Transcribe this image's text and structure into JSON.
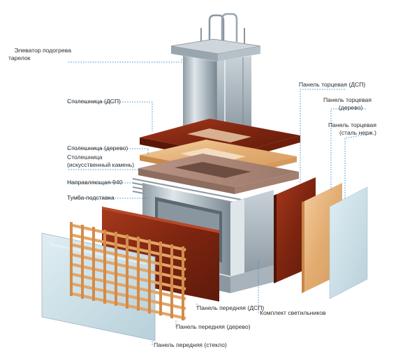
{
  "labels": {
    "elevator_1": "Элеватор подогрева",
    "elevator_2": "тарелок",
    "top_dsp": "Столешница (ДСП)",
    "top_wood": "Столешница (дерево)",
    "top_stone_1": "Столешница",
    "top_stone_2": "(искусственный камень)",
    "rail": "Направляющая-940",
    "base": "Тумба-подставка",
    "end_dsp": "Панель торцевая (ДСП)",
    "end_wood_1": "Панель торцевая",
    "end_wood_2": "(дерево)",
    "end_steel_1": "Панель торцевая",
    "end_steel_2": "(сталь нерж.)",
    "front_dsp": "Панель передняя (ДСП)",
    "lights": "Комплект светильников",
    "front_wood": "Панель передняя (дерево)",
    "front_glass": "Панель передняя (стекло)"
  },
  "colors": {
    "leader_line": "#3a8fd6",
    "steel": "#b9c4cc",
    "dsp": "#8a2a14",
    "wood": "#e9b985",
    "stone": "#b08a7c",
    "glass": "#c9dde6"
  }
}
